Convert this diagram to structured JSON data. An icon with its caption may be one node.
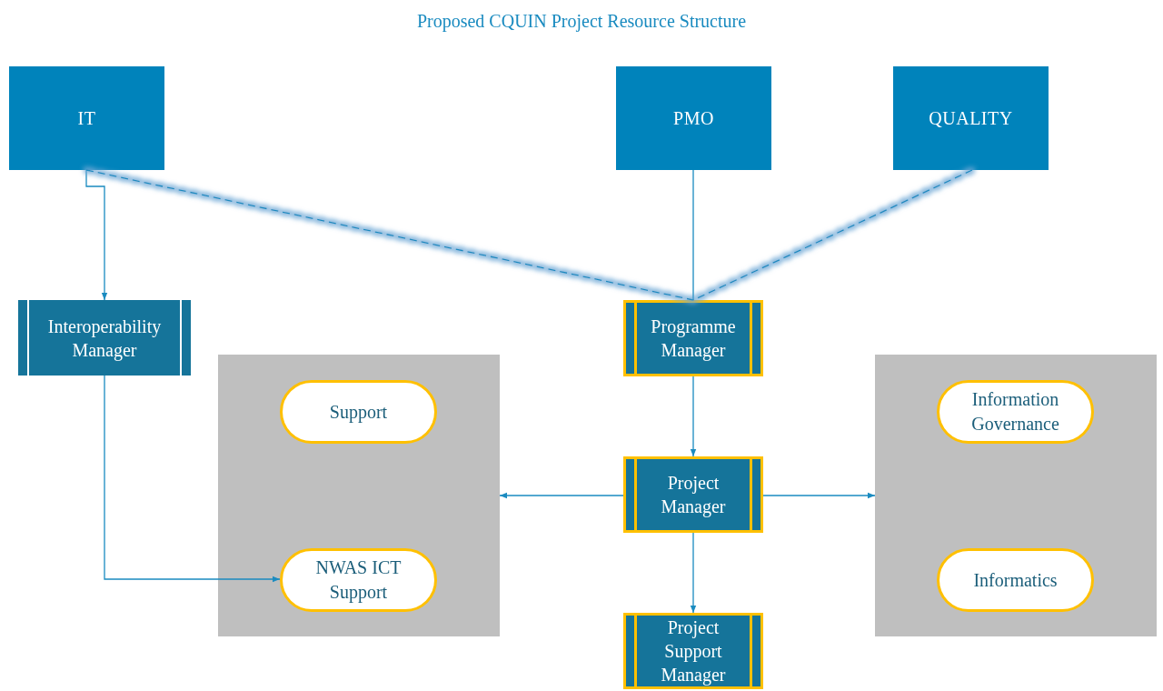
{
  "diagram": {
    "title": "Proposed CQUIN Project Resource Structure",
    "nodes": [
      {
        "text": [
          "IT"
        ]
      },
      {
        "text": [
          "PMO"
        ]
      },
      {
        "text": [
          "QUALITY"
        ]
      },
      {
        "text": [
          "Interoperability Manager"
        ]
      },
      {
        "text": [
          "Programme Manager"
        ]
      },
      {
        "text": [],
        "shape": "box"
      },
      {
        "text": [
          "Support"
        ],
        "in": 5
      },
      {
        "text": [
          "NWAS ICT Support"
        ],
        "in": 5
      },
      {
        "text": [
          "Project Manager"
        ]
      },
      {
        "text": [],
        "shape": "box"
      },
      {
        "text": [
          "Information Governance"
        ],
        "in": 9
      },
      {
        "text": [
          "Informatics"
        ],
        "in": 9
      },
      {
        "text": [
          "Project Support Manager"
        ]
      }
    ],
    "edges": [
      {
        "from": 0,
        "to": 3,
        "arrow": "to"
      },
      {
        "from": 0,
        "to": 4,
        "arrow": "none",
        "style": "dashed"
      },
      {
        "from": 1,
        "to": 4,
        "arrow": "none"
      },
      {
        "from": 2,
        "to": 4,
        "arrow": "none",
        "style": "dashed"
      },
      {
        "from": 4,
        "to": 8,
        "arrow": "to"
      },
      {
        "from": 8,
        "to": 5,
        "arrow": "to"
      },
      {
        "from": 8,
        "to": 9,
        "arrow": "to"
      },
      {
        "from": 8,
        "to": 12,
        "arrow": "to"
      },
      {
        "from": 3,
        "to": 7,
        "arrow": "to"
      }
    ]
  }
}
